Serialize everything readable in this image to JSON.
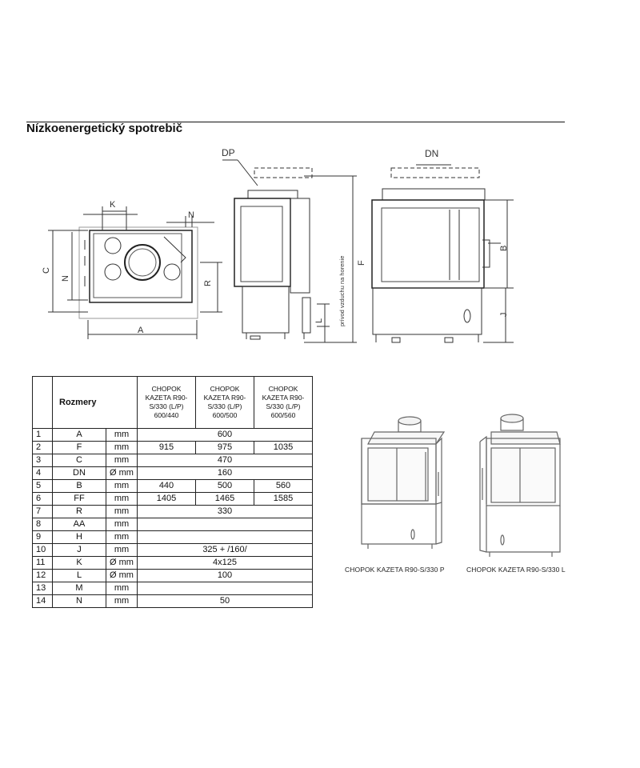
{
  "heading": "Nízkoenergetický spotrebič",
  "drawing_labels": {
    "dp": "DP",
    "dn": "DN",
    "k": "K",
    "n_top": "N",
    "c": "C",
    "n_side": "N",
    "r": "R",
    "a": "A",
    "l": "L",
    "air": "prívod vzduchu na horenie",
    "f": "F",
    "b": "B",
    "j": "J"
  },
  "table": {
    "title": "Rozmery",
    "columns": [
      "CHOPOK KAZETA R90-S/330 (L/P) 600/440",
      "CHOPOK KAZETA R90-S/330 (L/P) 600/500",
      "CHOPOK KAZETA R90-S/330 (L/P) 600/560"
    ],
    "rows": [
      {
        "n": "1",
        "code": "A",
        "unit": "mm",
        "span": "600"
      },
      {
        "n": "2",
        "code": "F",
        "unit": "mm",
        "v1": "915",
        "v2": "975",
        "v3": "1035"
      },
      {
        "n": "3",
        "code": "C",
        "unit": "mm",
        "span": "470"
      },
      {
        "n": "4",
        "code": "DN",
        "unit": "Ø mm",
        "span": "160"
      },
      {
        "n": "5",
        "code": "B",
        "unit": "mm",
        "v1": "440",
        "v2": "500",
        "v3": "560"
      },
      {
        "n": "6",
        "code": "FF",
        "unit": "mm",
        "v1": "1405",
        "v2": "1465",
        "v3": "1585"
      },
      {
        "n": "7",
        "code": "R",
        "unit": "mm",
        "span": "330"
      },
      {
        "n": "8",
        "code": "AA",
        "unit": "mm",
        "span": ""
      },
      {
        "n": "9",
        "code": "H",
        "unit": "mm",
        "span": ""
      },
      {
        "n": "10",
        "code": "J",
        "unit": "mm",
        "span": "325 + /160/"
      },
      {
        "n": "11",
        "code": "K",
        "unit": "Ø mm",
        "span": "4x125"
      },
      {
        "n": "12",
        "code": "L",
        "unit": "Ø mm",
        "span": "100"
      },
      {
        "n": "13",
        "code": "M",
        "unit": "mm",
        "span": ""
      },
      {
        "n": "14",
        "code": "N",
        "unit": "mm",
        "span": "50"
      }
    ]
  },
  "photos": {
    "left_caption": "CHOPOK KAZETA R90-S/330 P",
    "right_caption": "CHOPOK KAZETA R90-S/330 L"
  }
}
